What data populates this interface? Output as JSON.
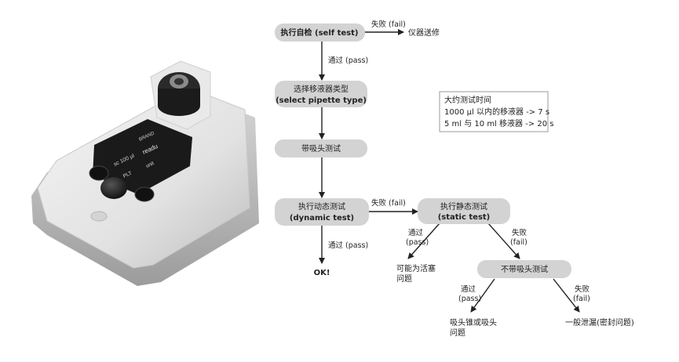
{
  "device": {
    "brand": "BRAND",
    "display_line1": "readu",
    "display_line2": "sc   100 µl",
    "display_softkey_left": "PLT",
    "display_softkey_right": "unit"
  },
  "flow": {
    "self_test": "执行自检 (self test)",
    "fail_label_1": "失败 (fail)",
    "repair": "仪器送修",
    "pass_label_1": "通过 (pass)",
    "select_line1": "选择移液器类型",
    "select_line2": "(select pipette type)",
    "with_tip": "带吸头测试",
    "dynamic_line1": "执行动态测试",
    "dynamic_line2": "(dynamic test)",
    "fail_label_2": "失败 (fail)",
    "static_line1": "执行静态测试",
    "static_line2": "(static test)",
    "pass_label_2": "通过 (pass)",
    "ok": "OK!",
    "pass_label_3a": "通过",
    "pass_label_3b": "(pass)",
    "fail_label_3a": "失败",
    "fail_label_3b": "(fail)",
    "piston_line1": "可能为活塞",
    "piston_line2": "问题",
    "no_tip": "不带吸头测试",
    "pass_label_4a": "通过",
    "pass_label_4b": "(pass)",
    "fail_label_4a": "失败",
    "fail_label_4b": "(fail)",
    "cone_line1": "吸头锥或吸头",
    "cone_line2": "问题",
    "leak": "一般泄漏(密封问题)"
  },
  "time_box": {
    "title": "大约测试时间",
    "line1": "1000 µl 以内的移液器 ->   7 s",
    "line2": "5 ml 与 10 ml 移液器  -> 20 s"
  }
}
